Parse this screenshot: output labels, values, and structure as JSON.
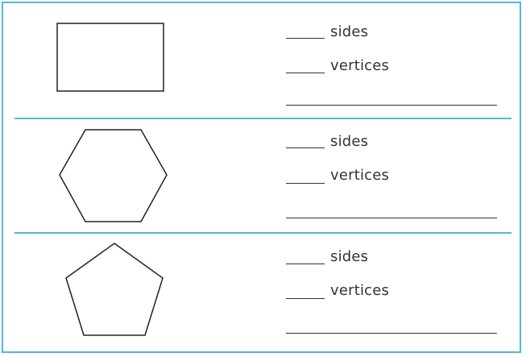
{
  "worksheet": {
    "rows": [
      {
        "shape": "rectangle",
        "sides_label": "sides",
        "vertices_label": "vertices"
      },
      {
        "shape": "hexagon",
        "sides_label": "sides",
        "vertices_label": "vertices"
      },
      {
        "shape": "pentagon",
        "sides_label": "sides",
        "vertices_label": "vertices"
      }
    ]
  },
  "colors": {
    "border": "#55b5e0",
    "ink": "#333333"
  }
}
